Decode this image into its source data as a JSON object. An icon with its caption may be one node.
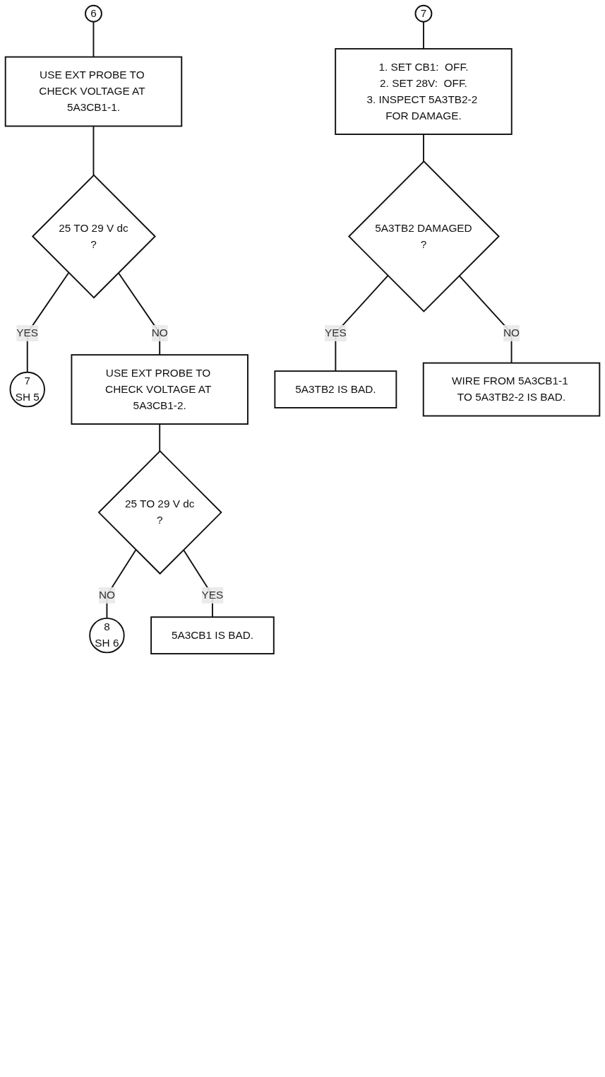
{
  "diagram": {
    "nodes": [
      {
        "text": [
          "6"
        ]
      },
      {
        "text": [
          "USE EXT PROBE TO CHECK VOLTAGE AT 5A3CB1-1."
        ]
      },
      {
        "text": [
          "25 TO 29 V dc",
          "?"
        ]
      },
      {
        "text": [
          "7",
          "SH 5"
        ]
      },
      {
        "text": [
          "USE EXT PROBE TO CHECK VOLTAGE AT 5A3CB1-2."
        ]
      },
      {
        "text": [
          "25 TO 29 V dc",
          "?"
        ]
      },
      {
        "text": [
          "8",
          "SH 6"
        ]
      },
      {
        "text": [
          "5A3CB1 IS BAD."
        ]
      },
      {
        "text": [
          "7"
        ]
      },
      {
        "text": [
          "1. SET CB1:  OFF.",
          "2. SET 28V:  OFF.",
          "3. INSPECT 5A3TB2-2 FOR DAMAGE."
        ]
      },
      {
        "text": [
          "5A3TB2 DAMAGED",
          "?"
        ]
      },
      {
        "text": [
          "5A3TB2 IS BAD."
        ]
      },
      {
        "text": [
          "WIRE FROM 5A3CB1-1 TO 5A3TB2-2 IS BAD."
        ]
      }
    ],
    "edges": [
      {
        "from": 0,
        "to": 1,
        "arrow": "none"
      },
      {
        "from": 1,
        "to": 2,
        "arrow": "none"
      },
      {
        "from": 2,
        "to": 3,
        "arrow": "none",
        "label": "YES"
      },
      {
        "from": 2,
        "to": 4,
        "arrow": "none",
        "label": "NO"
      },
      {
        "from": 4,
        "to": 5,
        "arrow": "none"
      },
      {
        "from": 5,
        "to": 6,
        "arrow": "none",
        "label": "NO"
      },
      {
        "from": 5,
        "to": 7,
        "arrow": "none",
        "label": "YES"
      },
      {
        "from": 8,
        "to": 9,
        "arrow": "none"
      },
      {
        "from": 9,
        "to": 10,
        "arrow": "none"
      },
      {
        "from": 10,
        "to": 11,
        "arrow": "none",
        "label": "YES"
      },
      {
        "from": 10,
        "to": 12,
        "arrow": "none",
        "label": "NO"
      }
    ]
  }
}
